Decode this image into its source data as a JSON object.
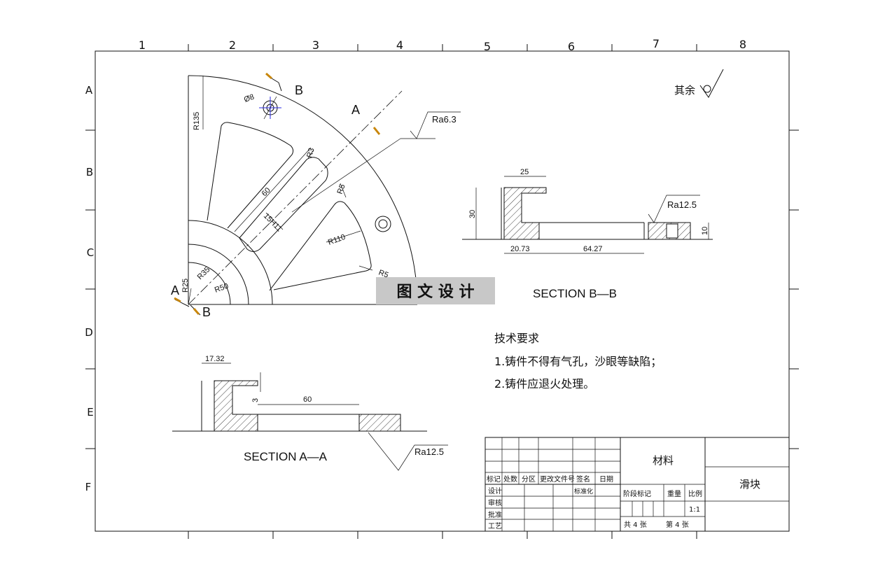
{
  "frame": {
    "col_labels": [
      "1",
      "2",
      "3",
      "4",
      "5",
      "6",
      "7",
      "8"
    ],
    "row_labels": [
      "A",
      "B",
      "C",
      "D",
      "E",
      "F"
    ]
  },
  "plan_view": {
    "cut_letters": {
      "a_top": "A",
      "a_bottom": "A",
      "b_top": "B",
      "b_bottom": "B"
    },
    "dims": {
      "r135": "R135",
      "r25": "R25",
      "r35": "R35",
      "r50": "R50",
      "r110": "R110",
      "r5_top": "R5",
      "r5_bottom": "R5",
      "r3": "R3",
      "len60": "60",
      "slot": "15H11",
      "hole": "Ø8"
    },
    "roughness": "Ra6.3"
  },
  "watermark": "图 文 设 计",
  "section_bb": {
    "title": "SECTION B—B",
    "dims": {
      "d25": "25",
      "d30": "30",
      "d20_73": "20.73",
      "d64_27": "64.27",
      "d10": "10"
    },
    "roughness": "Ra12.5"
  },
  "section_aa": {
    "title": "SECTION A—A",
    "dims": {
      "d17_32": "17.32",
      "d3": "3",
      "d60": "60"
    },
    "roughness": "Ra12.5"
  },
  "remaining_finish": "其余",
  "tech_notes": {
    "title": "技术要求",
    "items": [
      "1.铸件不得有气孔，沙眼等缺陷；",
      "2.铸件应退火处理。"
    ]
  },
  "title_block": {
    "material_label": "材料",
    "part_name": "滑块",
    "part_name_color": "#22c3e0",
    "row_header": [
      "标记",
      "处数",
      "分区",
      "更改文件号",
      "签名",
      "日期"
    ],
    "row_labels": [
      "设计",
      "审核",
      "批准",
      "工艺"
    ],
    "standardization": "标准化",
    "stage_label": "阶段标记",
    "weight_label": "重量",
    "scale_label": "比例",
    "scale": "1:1",
    "sheets_total": "共 4 张",
    "sheet_no": "第 4 张"
  }
}
